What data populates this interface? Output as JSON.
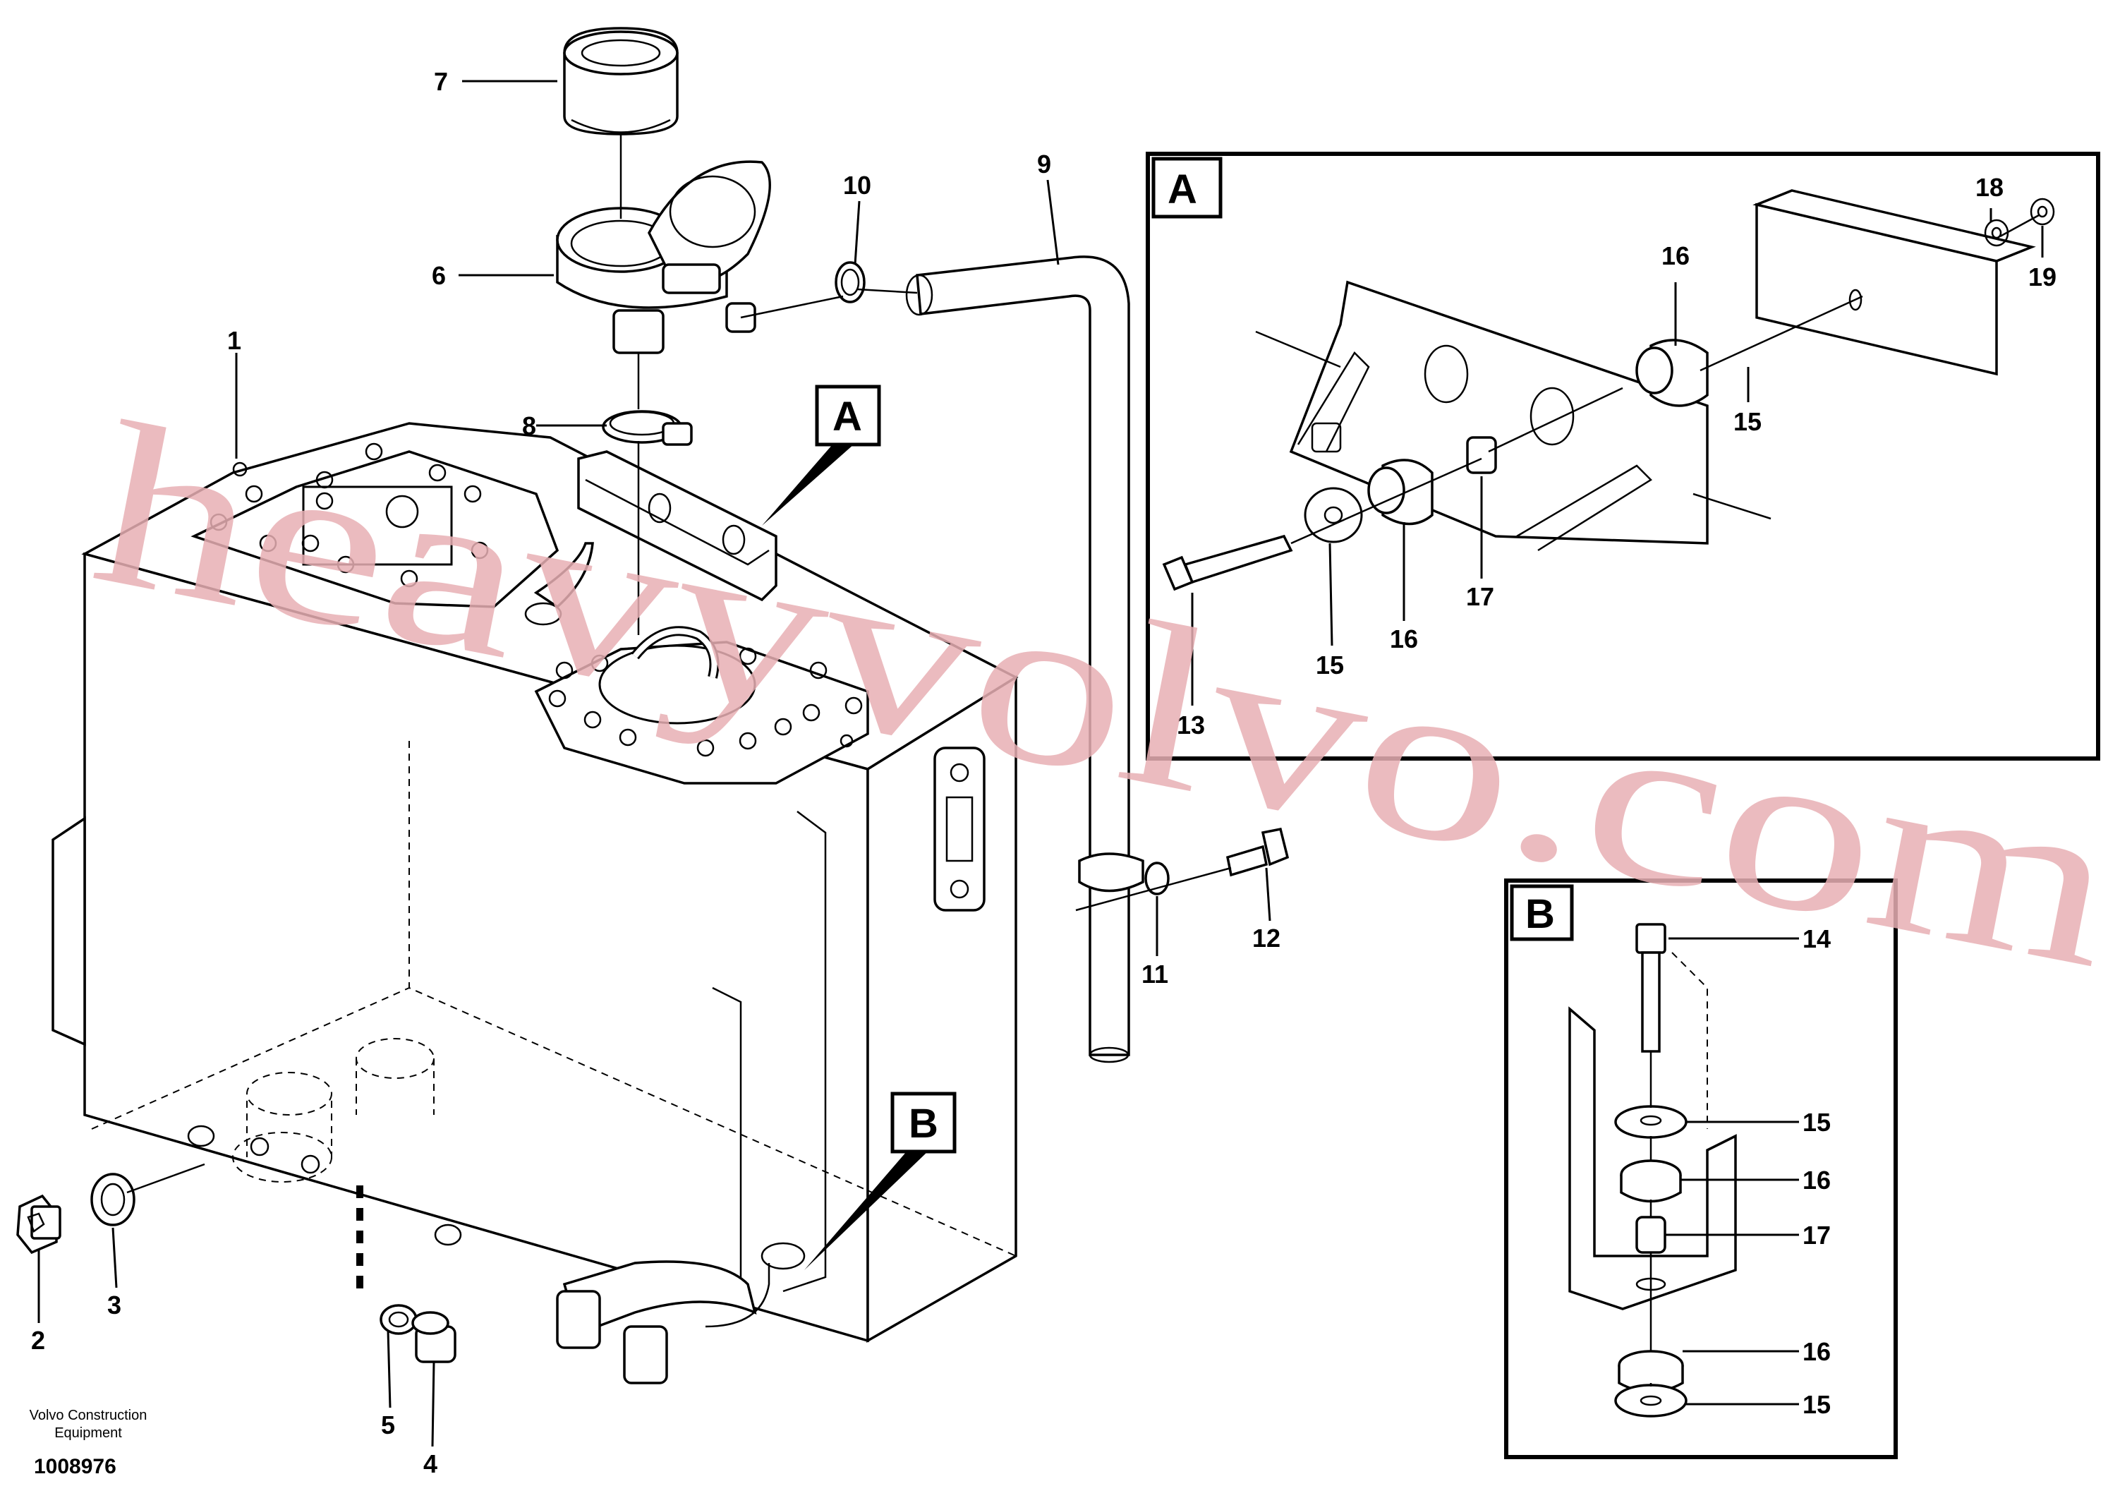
{
  "diagram": {
    "callouts": [
      "1",
      "2",
      "3",
      "4",
      "5",
      "6",
      "7",
      "8",
      "9",
      "10",
      "11",
      "12"
    ],
    "detail_markers": {
      "a": "A",
      "b": "B"
    },
    "detail_a": {
      "title": "A",
      "callouts": [
        "13",
        "15",
        "16",
        "17",
        "16",
        "15",
        "18",
        "19"
      ]
    },
    "detail_b": {
      "title": "B",
      "callouts": [
        "14",
        "15",
        "16",
        "17",
        "16",
        "15"
      ]
    }
  },
  "footer": {
    "company_line1": "Volvo Construction",
    "company_line2": "Equipment",
    "drawing_number": "1008976"
  },
  "watermark": "heavyvolvo.com",
  "colors": {
    "line": "#000000",
    "watermark": "#e8b0b4",
    "background": "#ffffff"
  }
}
